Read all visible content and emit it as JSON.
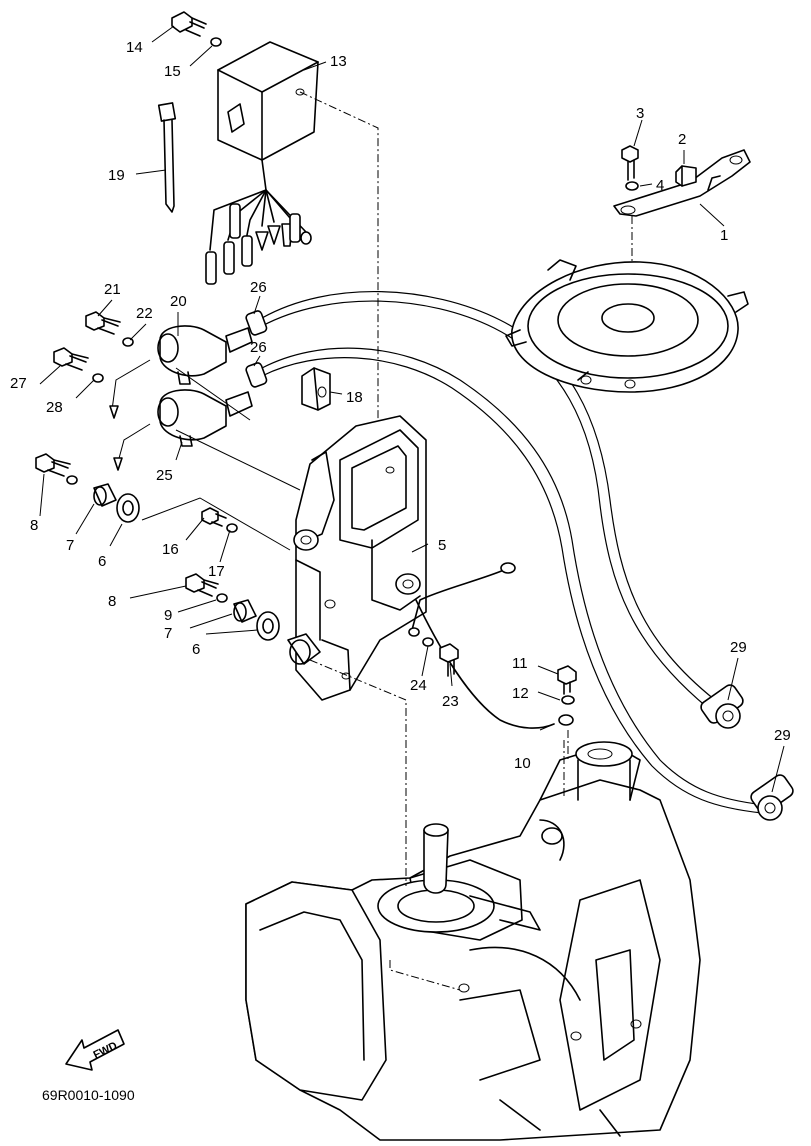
{
  "callouts": {
    "c1": "1",
    "c2": "2",
    "c3": "3",
    "c4": "4",
    "c5": "5",
    "c6a": "6",
    "c6b": "6",
    "c7a": "7",
    "c7b": "7",
    "c8a": "8",
    "c8b": "8",
    "c9": "9",
    "c10": "10",
    "c11": "11",
    "c12": "12",
    "c13": "13",
    "c14": "14",
    "c15": "15",
    "c16": "16",
    "c17": "17",
    "c18": "18",
    "c19": "19",
    "c20": "20",
    "c21": "21",
    "c22": "22",
    "c23": "23",
    "c24": "24",
    "c25": "25",
    "c26a": "26",
    "c26b": "26",
    "c27": "27",
    "c28": "28",
    "c29a": "29",
    "c29b": "29"
  },
  "fwd_label": "FWD",
  "drawing_code": "69R0010-1090"
}
